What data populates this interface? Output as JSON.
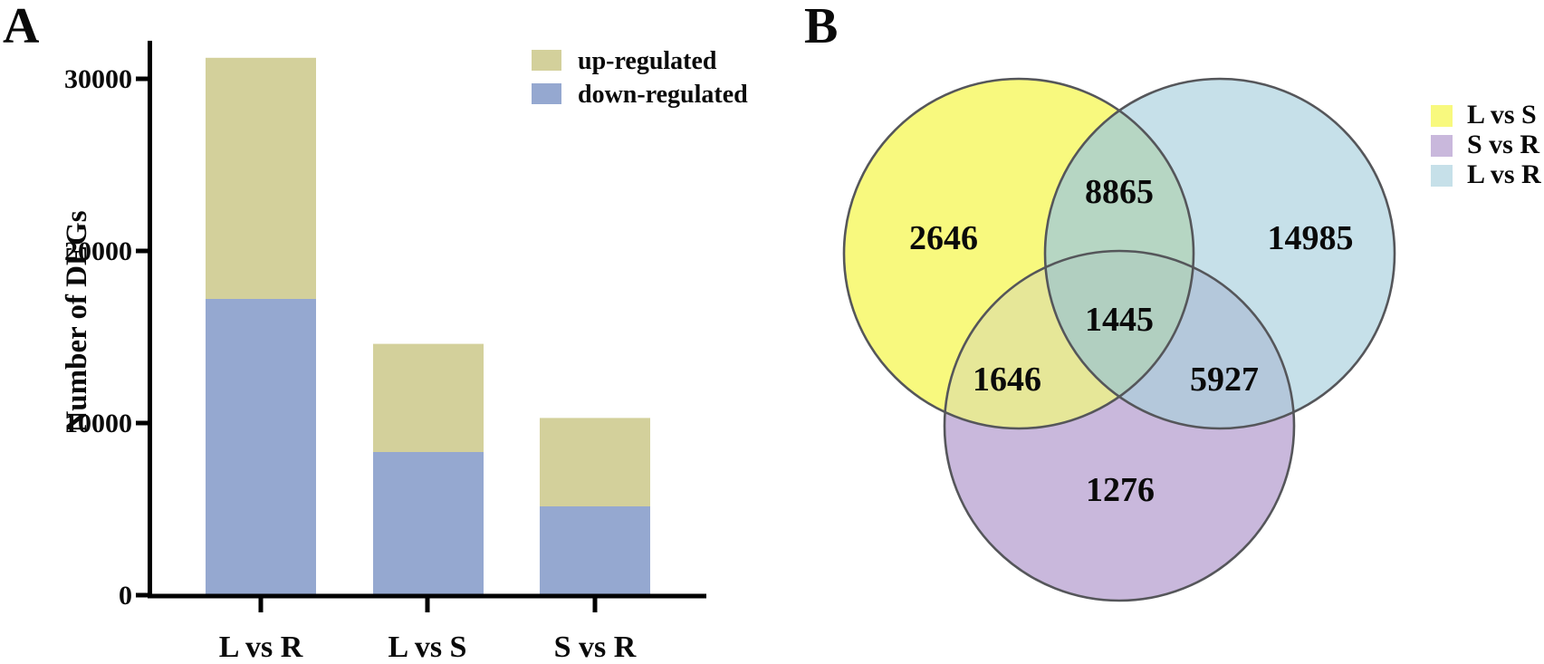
{
  "panels": {
    "a_label": "A",
    "b_label": "B"
  },
  "chart_data": [
    {
      "type": "bar",
      "stacked": true,
      "categories": [
        "L vs R",
        "L vs S",
        "S vs R"
      ],
      "series": [
        {
          "name": "up-regulated",
          "color": "#d3d09b",
          "values": [
            14012,
            6286,
            5136
          ]
        },
        {
          "name": "down-regulated",
          "color": "#95a8d0",
          "values": [
            17210,
            8316,
            5158
          ]
        }
      ],
      "ylabel": "Number of DEGs",
      "ylim": [
        0,
        32500
      ],
      "y_ticks": [
        0,
        10000,
        20000,
        30000
      ],
      "y_tick_labels": [
        "30000",
        "20000",
        "10000",
        "0"
      ],
      "grid": false,
      "legend_position": "top-right"
    },
    {
      "type": "venn3",
      "legend": [
        {
          "label": "L vs S",
          "color": "#f8f97e"
        },
        {
          "label": "S vs R",
          "color": "#c9b8dc"
        },
        {
          "label": "L vs R",
          "color": "#c6e0e9"
        }
      ],
      "overlap_colors": {
        "l_vs_s__l_vs_r": "#b6d6c3",
        "l_vs_s__s_vs_r": "#e6e798",
        "l_vs_r__s_vs_r": "#b4c8db",
        "center": "#b1cfc0",
        "outline": "#55565a"
      },
      "regions": {
        "l_vs_s_only": "2646",
        "l_vs_s_and_l_vs_r": "8865",
        "l_vs_r_only": "14985",
        "center_all_three": "1445",
        "l_vs_s_and_s_vs_r": "1646",
        "l_vs_r_and_s_vs_r": "5927",
        "s_vs_r_only": "1276"
      }
    }
  ]
}
